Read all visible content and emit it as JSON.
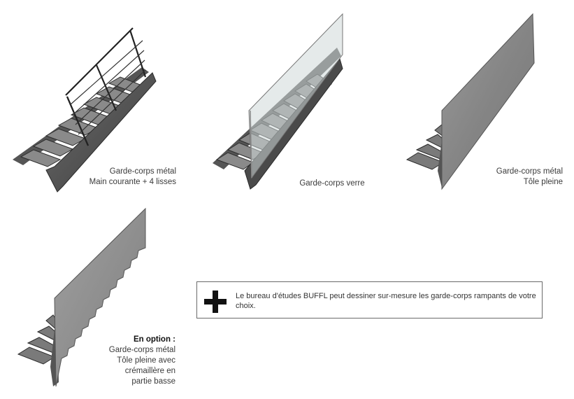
{
  "options": [
    {
      "id": "metal-rails",
      "lines": [
        "Garde-corps métal",
        "Main courante + 4 lisses"
      ]
    },
    {
      "id": "glass",
      "lines": [
        "Garde-corps verre"
      ]
    },
    {
      "id": "metal-sheet",
      "lines": [
        "Garde-corps métal",
        "Tôle pleine"
      ]
    },
    {
      "id": "metal-sheet-notched",
      "heading": "En option :",
      "lines": [
        "Garde-corps métal",
        "Tôle pleine avec",
        "crémaillère en",
        "partie basse"
      ]
    }
  ],
  "info_box": {
    "icon": "plus-icon",
    "text": "Le bureau d'études BUFFL peut dessiner sur-mesure les garde-corps rampants de votre choix."
  }
}
